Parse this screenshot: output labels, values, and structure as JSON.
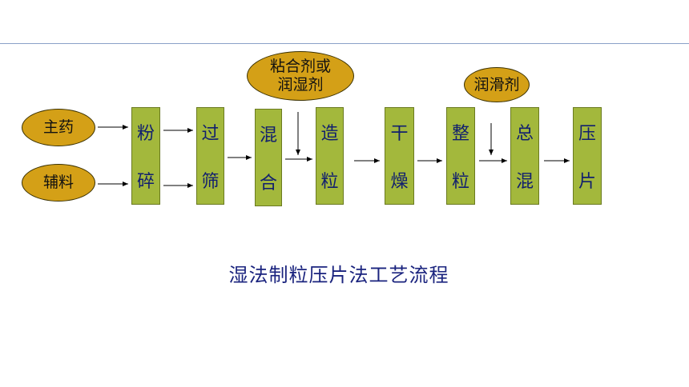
{
  "inputs": [
    "主药",
    "辅料"
  ],
  "additives": [
    "粘合剂或\n润湿剂",
    "润滑剂"
  ],
  "steps": [
    [
      "粉",
      "碎"
    ],
    [
      "过",
      "筛"
    ],
    [
      "混",
      "合"
    ],
    [
      "造",
      "粒"
    ],
    [
      "干",
      "燥"
    ],
    [
      "整",
      "粒"
    ],
    [
      "总",
      "混"
    ],
    [
      "压",
      "片"
    ]
  ],
  "caption": "湿法制粒压片法工艺流程",
  "colors": {
    "oval_fill": "#d4a017",
    "box_fill": "#a3b83c",
    "box_text": "#111f6e",
    "caption": "#1a237e"
  }
}
